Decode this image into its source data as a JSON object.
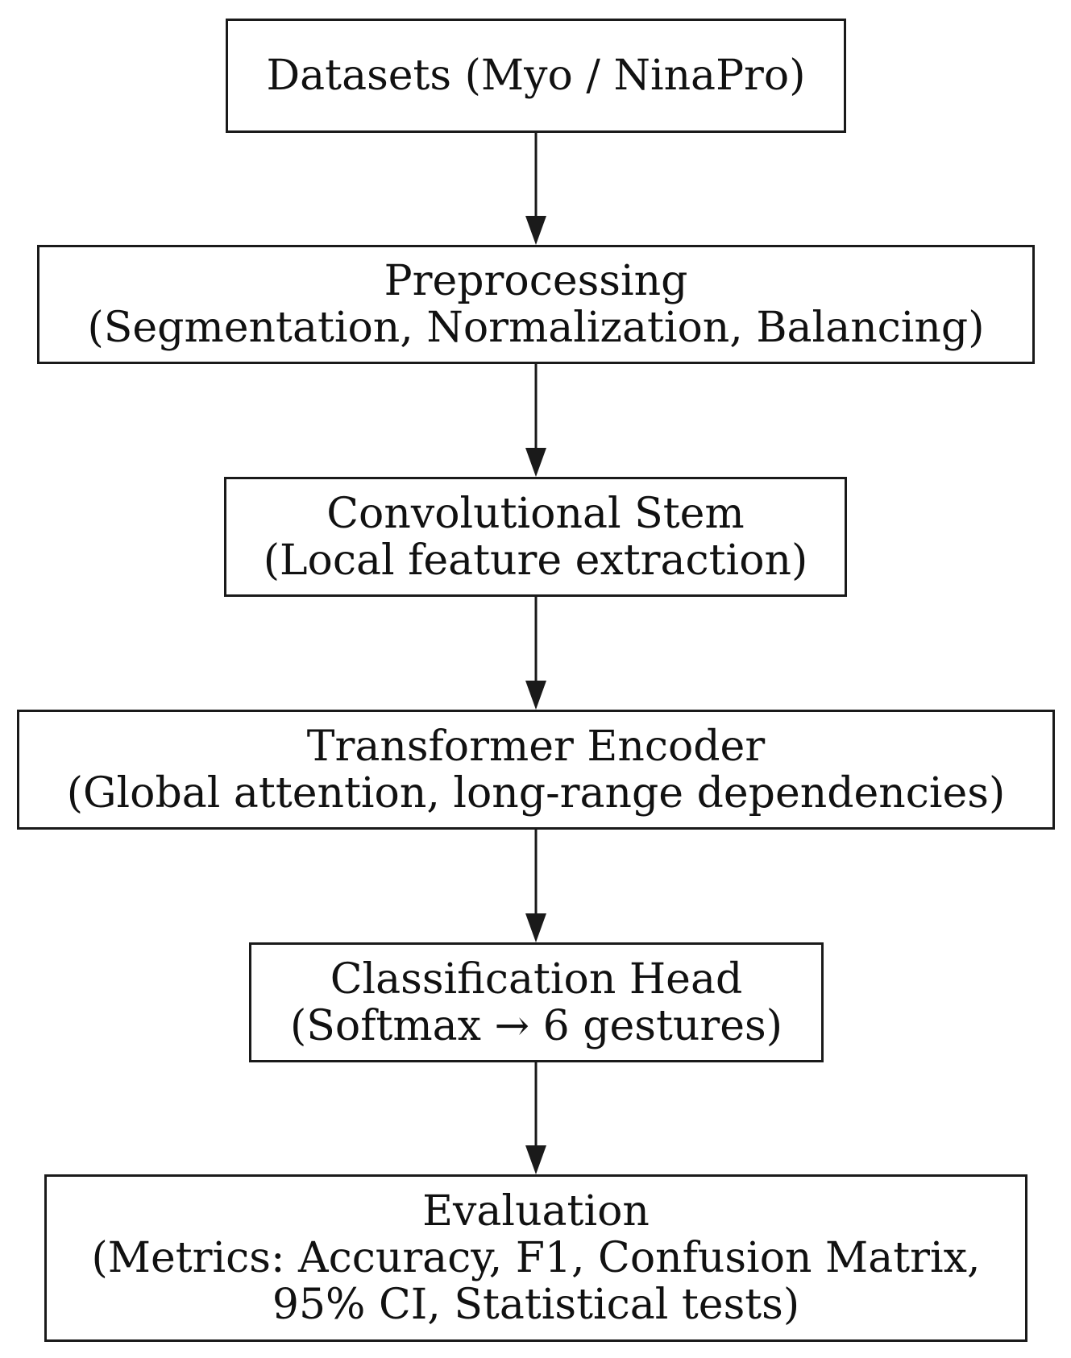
{
  "diagram": {
    "nodes": [
      {
        "id": "datasets",
        "lines": [
          "Datasets (Myo / NinaPro)"
        ]
      },
      {
        "id": "preprocessing",
        "lines": [
          "Preprocessing",
          "(Segmentation, Normalization, Balancing)"
        ]
      },
      {
        "id": "conv-stem",
        "lines": [
          "Convolutional Stem",
          "(Local feature extraction)"
        ]
      },
      {
        "id": "transformer",
        "lines": [
          "Transformer Encoder",
          "(Global attention, long-range dependencies)"
        ]
      },
      {
        "id": "classification",
        "lines": [
          "Classification Head",
          "(Softmax → 6 gestures)"
        ]
      },
      {
        "id": "evaluation",
        "lines": [
          "Evaluation",
          "(Metrics: Accuracy, F1, Confusion Matrix,",
          "95% CI, Statistical tests)"
        ]
      }
    ],
    "edges": [
      {
        "from": "datasets",
        "to": "preprocessing"
      },
      {
        "from": "preprocessing",
        "to": "conv-stem"
      },
      {
        "from": "conv-stem",
        "to": "transformer"
      },
      {
        "from": "transformer",
        "to": "classification"
      },
      {
        "from": "classification",
        "to": "evaluation"
      }
    ],
    "colors": {
      "stroke": "#1a1a1a",
      "text": "#111111",
      "background": "#ffffff"
    }
  }
}
